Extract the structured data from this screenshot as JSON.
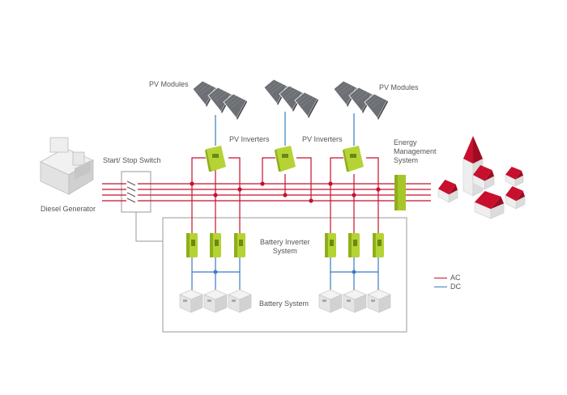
{
  "colors": {
    "ac": "#c8102e",
    "dc": "#3a7bbf",
    "control": "#999999",
    "inverter": "#b5d335",
    "inverter_dark": "#8faf1a",
    "ems": "#a6c62a",
    "panel": "#6c6f73",
    "roof": "#c8102e",
    "wall": "#e4e4e4",
    "box": "#9a9a9a",
    "text": "#555555"
  },
  "labels": {
    "pv_modules_left": "PV Modules",
    "pv_modules_right": "PV Modules",
    "pv_inverters_left": "PV Inverters",
    "pv_inverters_right": "PV Inverters",
    "start_stop_switch": "Start/ Stop Switch",
    "diesel_generator": "Diesel Generator",
    "energy_management_system": "Energy\nManagement\nSystem",
    "battery_inverter_system": "Battery Inverter\nSystem",
    "battery_system": "Battery System"
  },
  "legend": {
    "items": [
      {
        "key": "ac",
        "label": "AC"
      },
      {
        "key": "dc",
        "label": "DC"
      }
    ]
  }
}
